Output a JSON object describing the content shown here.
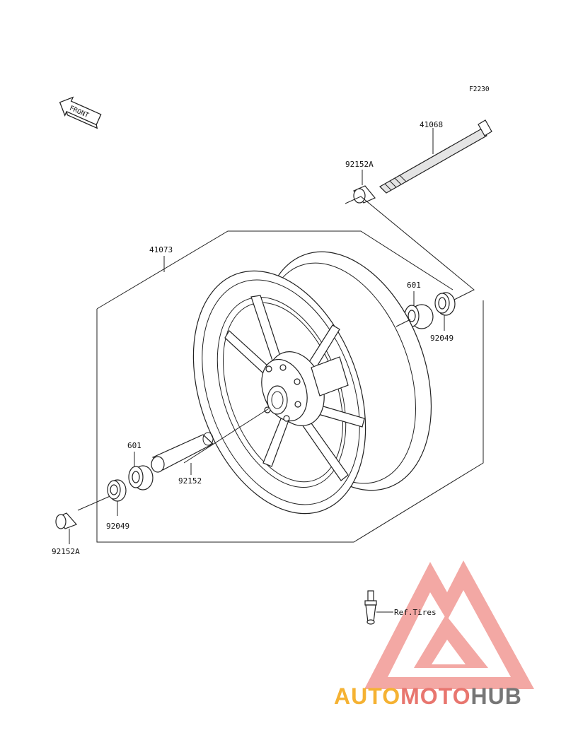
{
  "figure_code": "F2230",
  "front_label": "FRONT",
  "parts": {
    "axle": "41068",
    "collar_top": "92152A",
    "wheel": "41073",
    "bearing_right": "601",
    "seal_right": "92049",
    "bearing_left": "601",
    "spacer": "92152",
    "seal_left": "92049",
    "collar_bottom": "92152A"
  },
  "reference": "Ref.Tires",
  "watermark": {
    "part1": "AUTO",
    "part2": "MOTO",
    "part3": "HUB",
    "colors": {
      "auto": "#f5b233",
      "moto": "#e8766f",
      "hub": "#767676",
      "logo": "#f08c86"
    }
  }
}
